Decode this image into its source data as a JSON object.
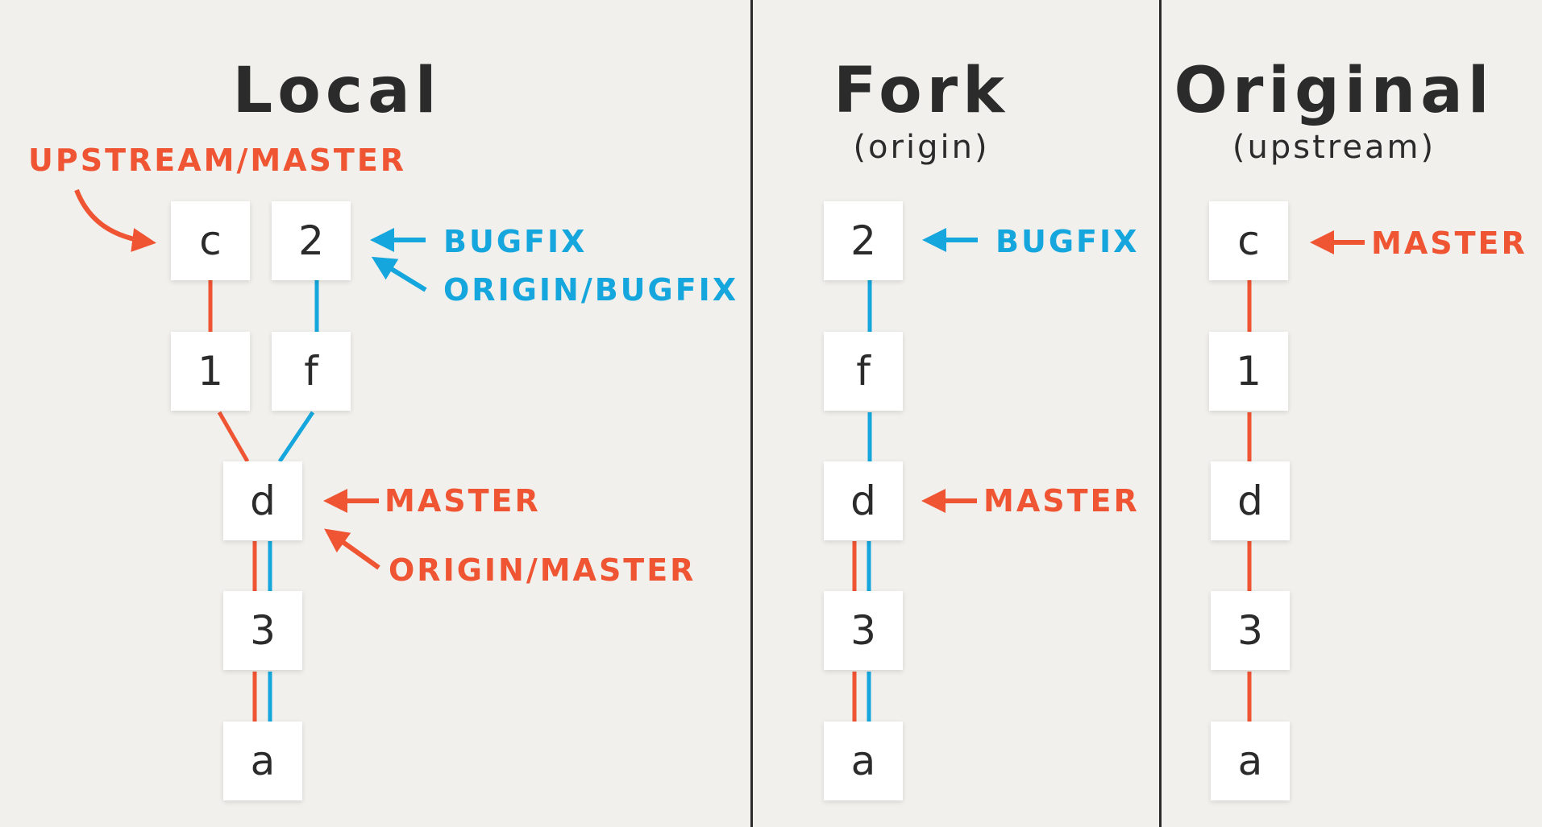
{
  "colors": {
    "background": "#f1f0ec",
    "node": "#ffffff",
    "text": "#2b2b2b",
    "upstream_red": "#ef5433",
    "origin_blue": "#14a6dc"
  },
  "panels": {
    "local": {
      "title": "Local",
      "nodes": {
        "c": "c",
        "two": "2",
        "one": "1",
        "f": "f",
        "d": "d",
        "three": "3",
        "a": "a"
      },
      "labels": {
        "upstream_master": "UPSTREAM/MASTER",
        "bugfix": "BUGFIX",
        "origin_bugfix": "ORIGIN/BUGFIX",
        "master": "MASTER",
        "origin_master": "ORIGIN/MASTER"
      }
    },
    "fork": {
      "title": "Fork",
      "subtitle": "(origin)",
      "nodes": {
        "two": "2",
        "f": "f",
        "d": "d",
        "three": "3",
        "a": "a"
      },
      "labels": {
        "bugfix": "BUGFIX",
        "master": "MASTER"
      }
    },
    "original": {
      "title": "Original",
      "subtitle": "(upstream)",
      "nodes": {
        "c": "c",
        "one": "1",
        "d": "d",
        "three": "3",
        "a": "a"
      },
      "labels": {
        "master": "MASTER"
      }
    }
  }
}
